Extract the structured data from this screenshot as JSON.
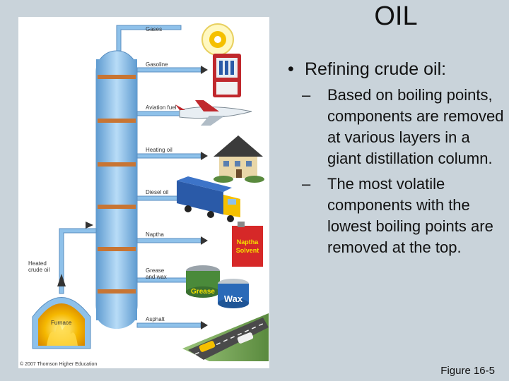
{
  "title": "OIL",
  "bullet": "Refining crude oil:",
  "subbullets": [
    {
      "dash": "–",
      "text": "Based on boiling points, components are removed at various layers in a giant distillation column."
    },
    {
      "dash": "–",
      "text": "The most volatile components with the lowest boiling points are removed at the top."
    }
  ],
  "figure_ref": "Figure 16-5",
  "diagram": {
    "labels": {
      "gases": "Gases",
      "gasoline": "Gasoline",
      "aviation": "Aviation fuel",
      "heating": "Heating oil",
      "diesel": "Diesel oil",
      "naptha": "Naptha",
      "grease_line1": "Grease",
      "grease_line2": "and wax",
      "asphalt": "Asphalt",
      "heated_line1": "Heated",
      "heated_line2": "crude oil",
      "furnace": "Furnace"
    },
    "can_naptha_line1": "Naptha",
    "can_naptha_line2": "Solvent",
    "can_grease": "Grease",
    "can_wax": "Wax",
    "copyright": "© 2007 Thomson Higher Education",
    "colors": {
      "column": "#8ec1ea",
      "bands": "#c87533",
      "furnace_fire": "#f5b800"
    }
  }
}
